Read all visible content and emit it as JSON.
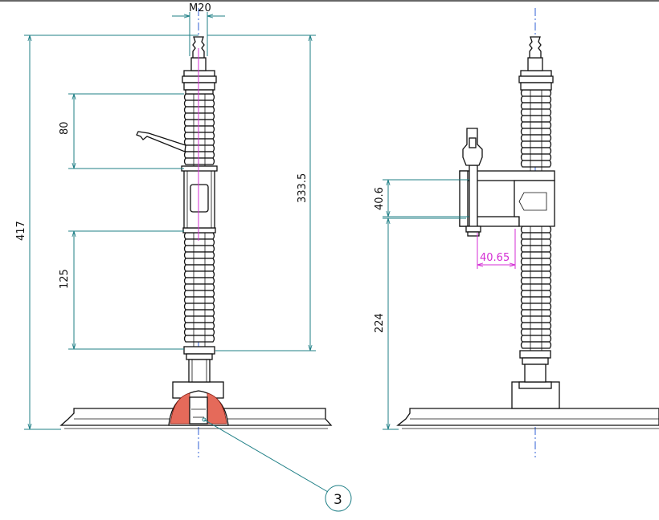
{
  "drawing": {
    "dimensions": {
      "thread": "M20",
      "overall_height": "417",
      "spring_upper": "80",
      "spring_lower": "125",
      "rod_length": "333.5",
      "bracket_height": "40.6",
      "base_to_bracket": "224",
      "bracket_offset": "40.65"
    },
    "balloon": "3"
  },
  "colors": {
    "dimension": "#1f7f86",
    "highlight_dimension": "#d42fd4",
    "centerline": "#2f5fd4",
    "section_hatch": "#e56a5a",
    "outline": "#111111"
  }
}
